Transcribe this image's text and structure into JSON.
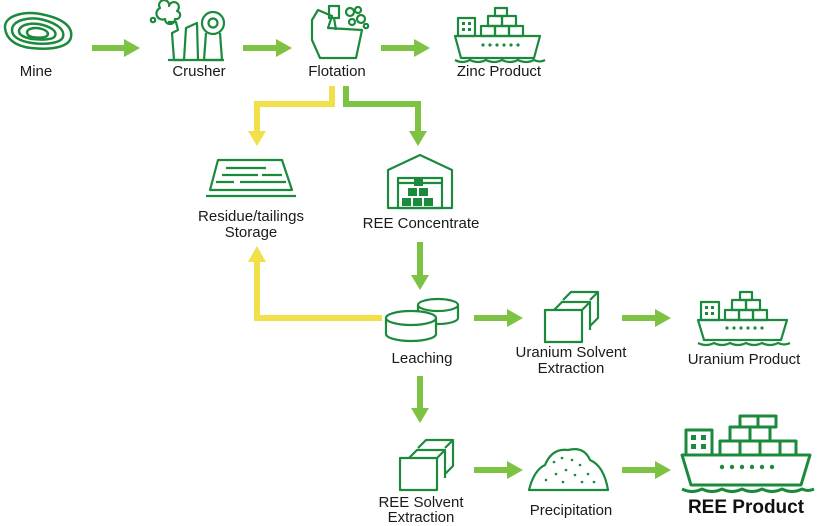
{
  "nodes": {
    "mine": "Mine",
    "crusher": "Crusher",
    "flotation": "Flotation",
    "zinc_product": "Zinc Product",
    "residue_line1": "Residue/tailings",
    "residue_line2": "Storage",
    "ree_concentrate": "REE Concentrate",
    "leaching": "Leaching",
    "uranium_sx_line1": "Uranium Solvent",
    "uranium_sx_line2": "Extraction",
    "uranium_product": "Uranium Product",
    "ree_sx_line1": "REE Solvent",
    "ree_sx_line2": "Extraction",
    "precipitation": "Precipitation",
    "ree_product": "REE Product"
  },
  "colors": {
    "icon_green": "#1b8a3c",
    "arrow_green": "#7dc242",
    "arrow_yellow": "#f2e04a",
    "text": "#1a1a1a"
  },
  "icons": [
    "mine-icon",
    "crusher-icon",
    "flotation-icon",
    "ship-icon",
    "tailings-icon",
    "warehouse-icon",
    "tanks-icon",
    "cubes-icon",
    "pile-icon"
  ]
}
